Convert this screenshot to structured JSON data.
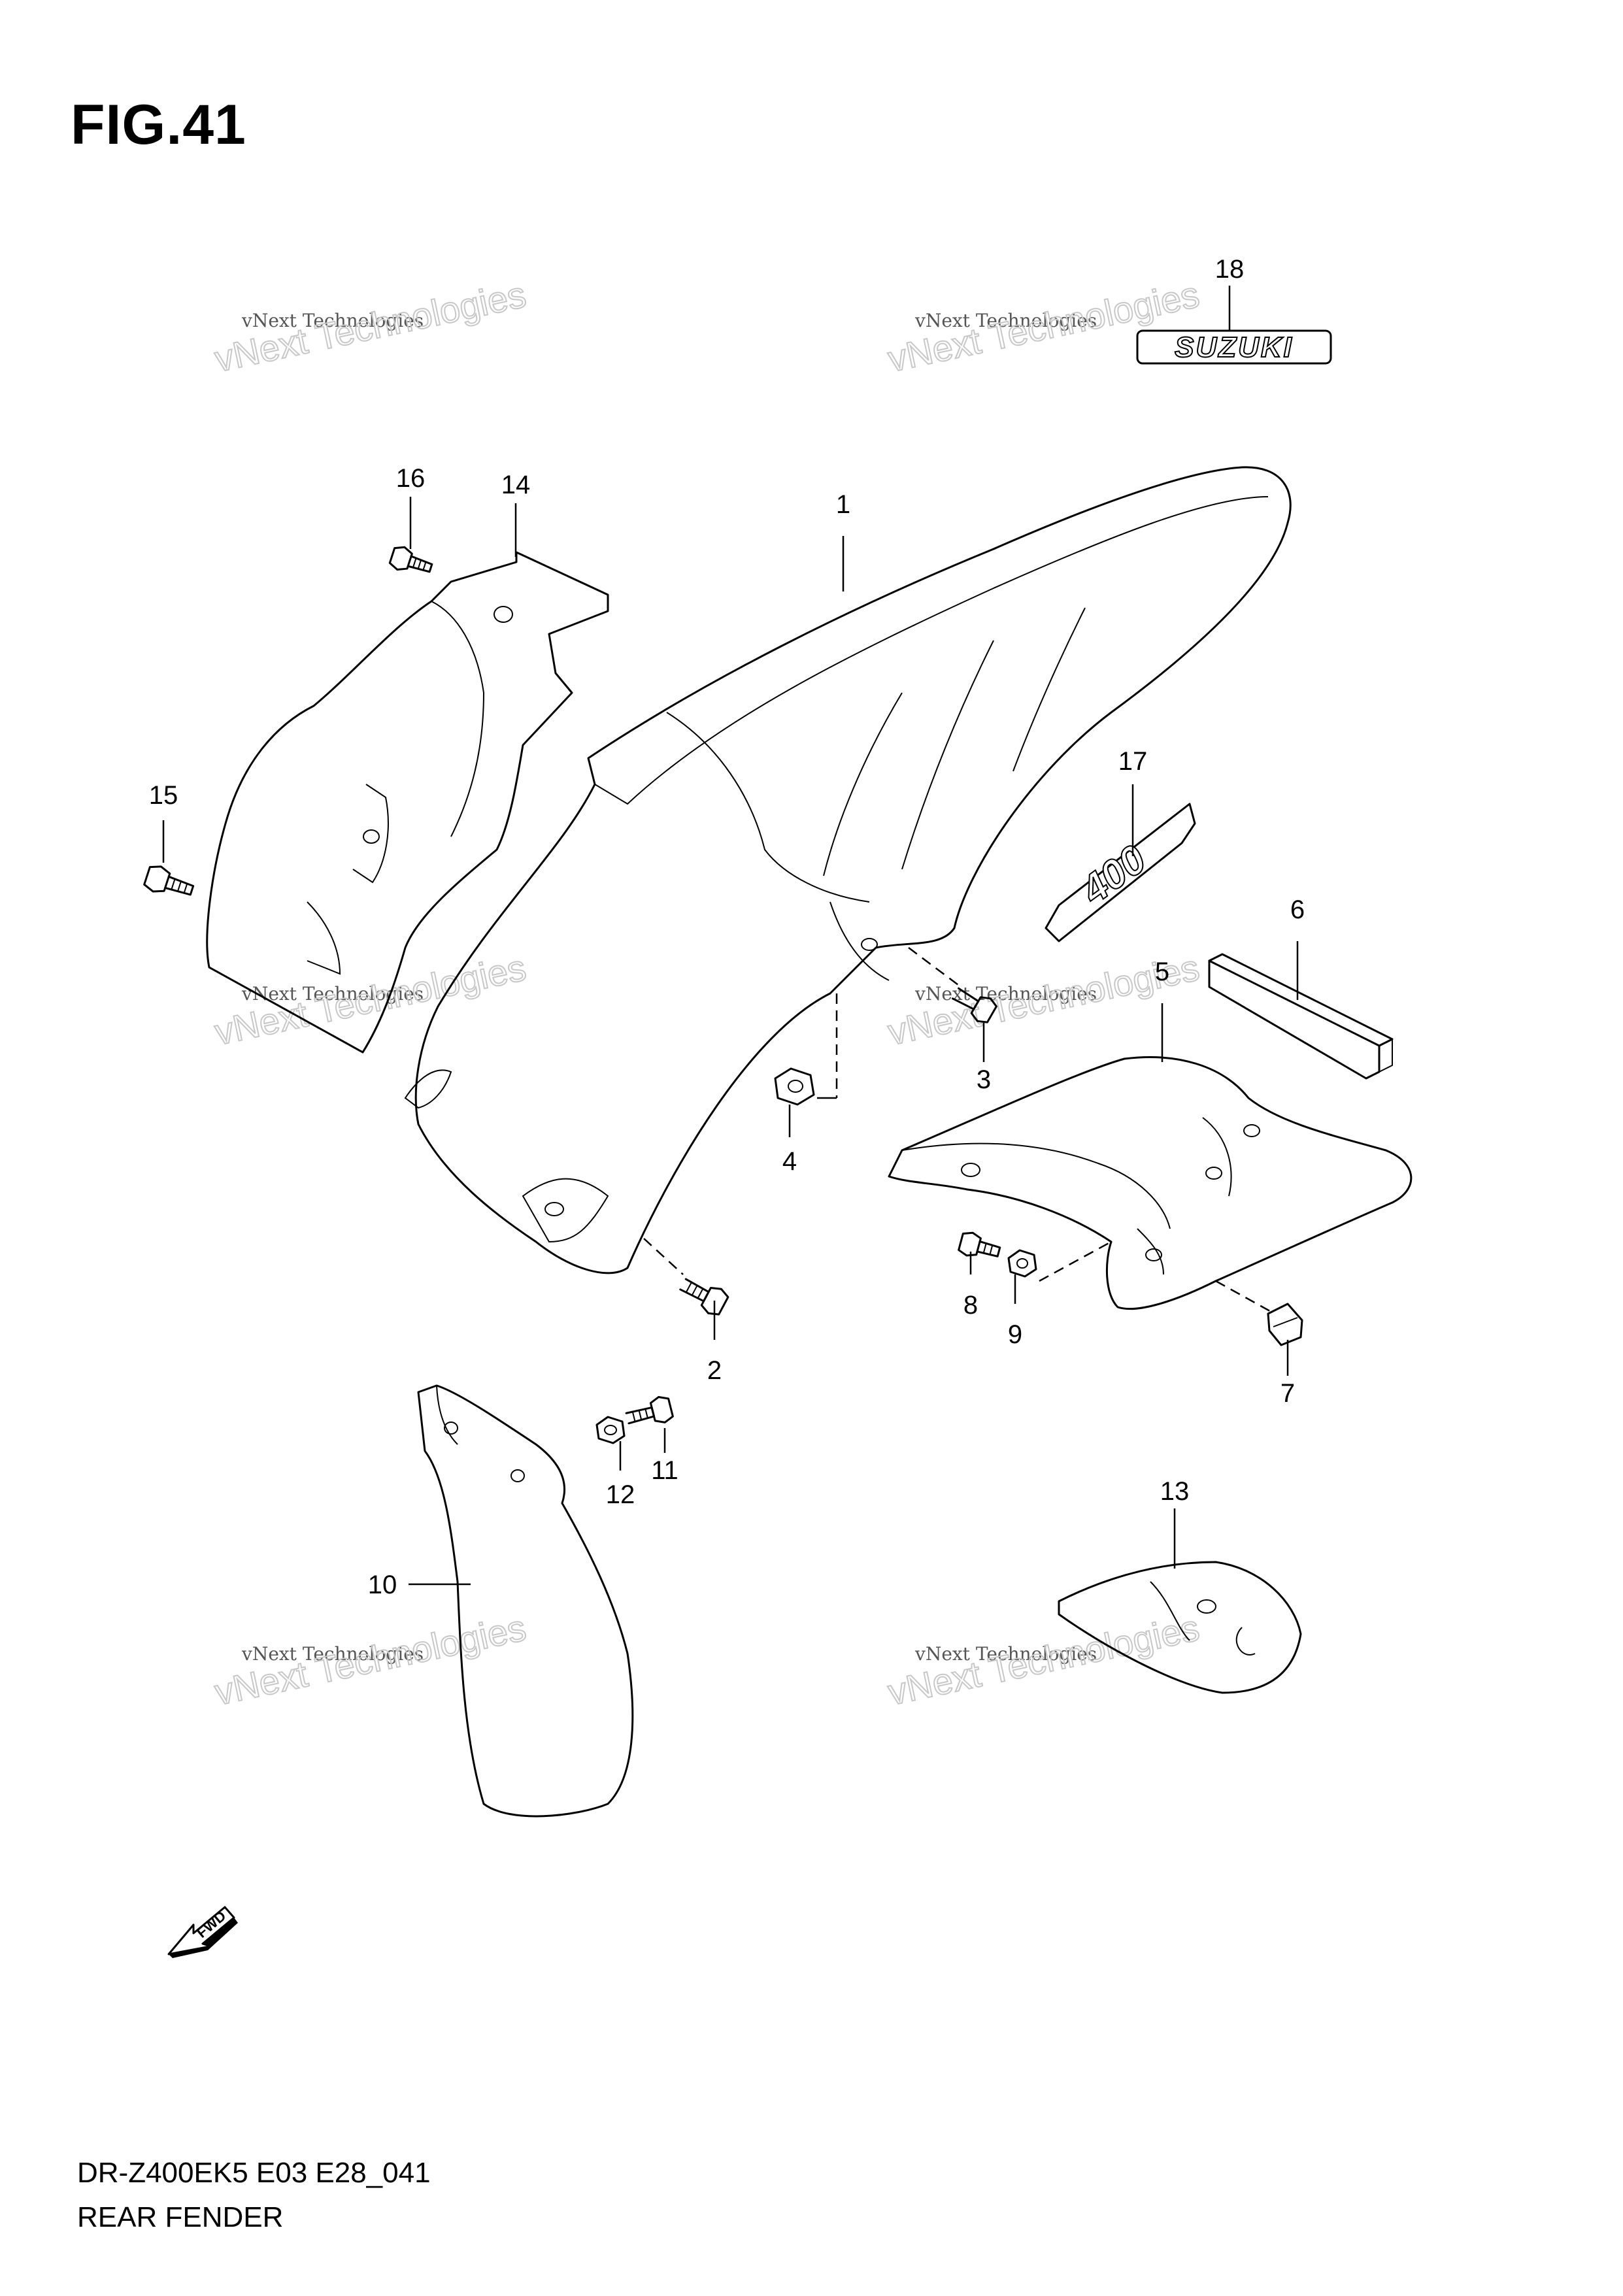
{
  "figure": {
    "title": "FIG.41",
    "model_code": "DR-Z400EK5 E03 E28_041",
    "name": "REAR FENDER"
  },
  "callouts": [
    "1",
    "2",
    "3",
    "4",
    "5",
    "6",
    "7",
    "8",
    "9",
    "10",
    "11",
    "12",
    "13",
    "14",
    "15",
    "16",
    "17",
    "18"
  ],
  "watermark": {
    "line_small": "vNext Technologies",
    "line_big": "vNext Technologies"
  },
  "decals": {
    "brand": "SUZUKI",
    "model": "400"
  },
  "arrow_label": "FWD"
}
